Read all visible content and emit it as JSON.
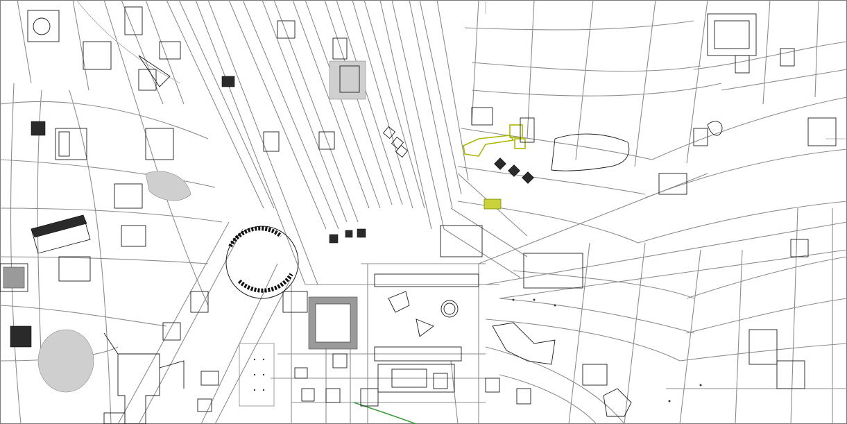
{
  "map": {
    "type": "urban-plan",
    "colors": {
      "background": "#ffffff",
      "streets": "#8c8c8c",
      "buildings": "#1a1a1a",
      "highlight": "#aab800",
      "plaza": "#9a9a9a",
      "green_path": "#3a9a3a"
    },
    "features": [
      "street-grid",
      "diagonal-avenues",
      "building-footprints",
      "circular-plaza",
      "central-square",
      "highlighted-buildings",
      "green-route"
    ]
  }
}
